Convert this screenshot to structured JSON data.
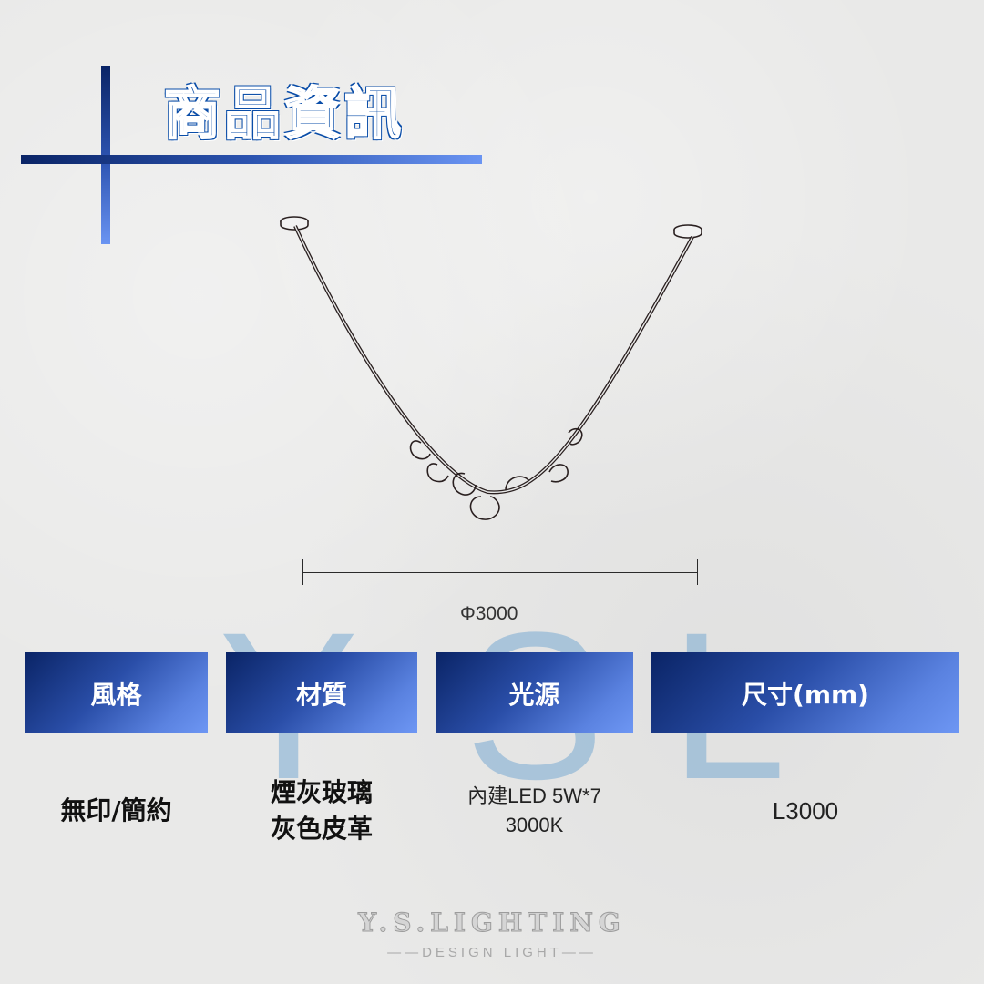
{
  "header": {
    "title": "商品資訊"
  },
  "watermark": {
    "letters": [
      "Y",
      "S",
      "L"
    ]
  },
  "drawing": {
    "dimension_label": "Φ3000"
  },
  "specs": {
    "columns": [
      {
        "label": "風格",
        "value_lines": [
          "無印/簡約"
        ]
      },
      {
        "label": "材質",
        "value_lines": [
          "煙灰玻璃",
          "灰色皮革"
        ]
      },
      {
        "label": "光源",
        "value_lines": [
          "內建LED 5W*7",
          "3000K"
        ]
      },
      {
        "label": "尺寸(mm)",
        "value_lines": [
          "L3000"
        ]
      }
    ]
  },
  "footer": {
    "brand": "Y.S.LIGHTING",
    "tagline": "——DESIGN LIGHT——"
  },
  "colors": {
    "accent_dark": "#0a2466",
    "accent_light": "#6e97f4",
    "title_blue": "#0a4da8",
    "watermark": "#78aad2"
  }
}
